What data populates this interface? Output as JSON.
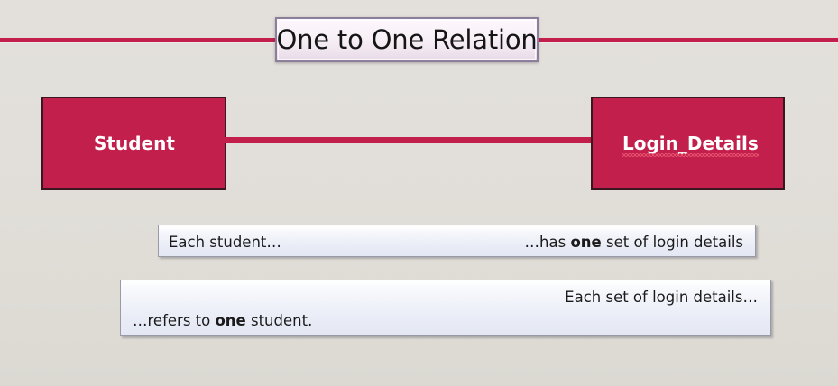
{
  "slide": {
    "title": "One to One Relation",
    "background_color": "#e0ddd8",
    "accent_color": "#c21f4c"
  },
  "entities": [
    {
      "name": "Student",
      "label": "Student"
    },
    {
      "name": "Login_Details",
      "label": "Login_Details",
      "misspelled": true
    }
  ],
  "relationship": {
    "type": "one-to-one",
    "connector": "line"
  },
  "callouts": [
    {
      "id": "student-to-login",
      "left_text": "Each student…",
      "right_prefix": "…has ",
      "right_emphasis": "one",
      "right_suffix": " set of login details"
    },
    {
      "id": "login-to-student",
      "top_text": "Each set of login details…",
      "bottom_prefix": "…refers to ",
      "bottom_emphasis": "one",
      "bottom_suffix": " student."
    }
  ]
}
